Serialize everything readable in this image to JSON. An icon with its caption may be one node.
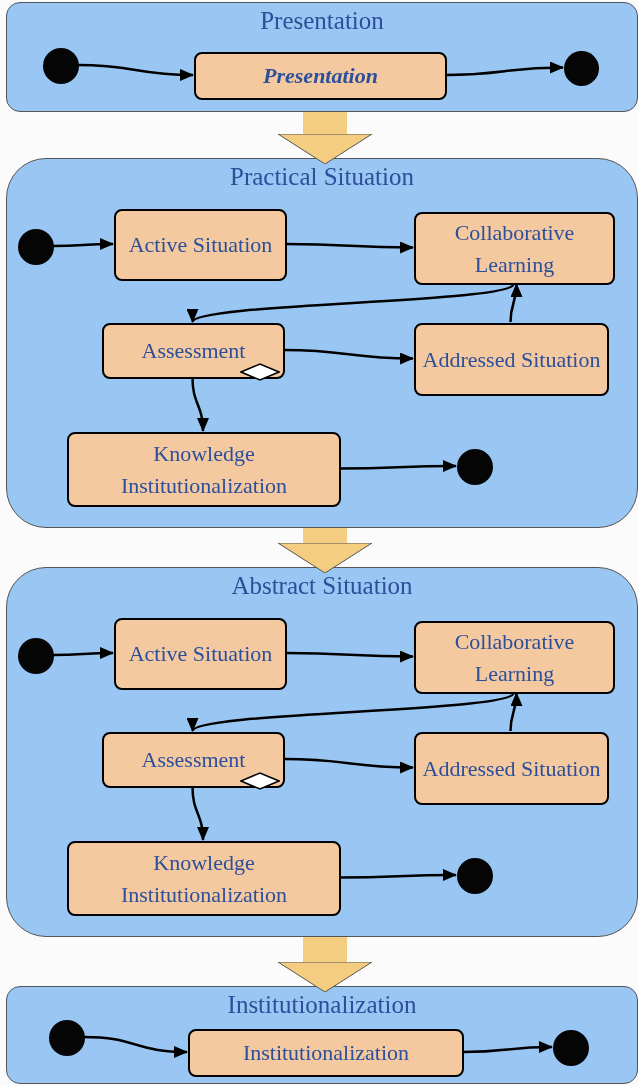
{
  "diagram": {
    "nodes": [
      {
        "text": [
          "Presentation"
        ]
      },
      {
        "text": [],
        "shape": "circle",
        "in": 0
      },
      {
        "text": [
          "Presentation"
        ],
        "in": 0
      },
      {
        "text": [],
        "shape": "circle",
        "in": 0
      },
      {
        "text": [
          "Practical Situation"
        ]
      },
      {
        "text": [],
        "shape": "circle",
        "in": 4
      },
      {
        "text": [
          "Active Situation"
        ],
        "in": 4
      },
      {
        "text": [
          "Collaborative Learning"
        ],
        "in": 4
      },
      {
        "text": [
          "Assessment"
        ],
        "in": 4
      },
      {
        "text": [
          "Addressed Situation"
        ],
        "in": 4
      },
      {
        "text": [
          "Knowledge Institutionalization"
        ],
        "in": 4
      },
      {
        "text": [],
        "shape": "circle",
        "in": 4
      },
      {
        "text": [
          "Abstract Situation"
        ]
      },
      {
        "text": [],
        "shape": "circle",
        "in": 12
      },
      {
        "text": [
          "Active Situation"
        ],
        "in": 12
      },
      {
        "text": [
          "Collaborative Learning"
        ],
        "in": 12
      },
      {
        "text": [
          "Assessment"
        ],
        "in": 12
      },
      {
        "text": [
          "Addressed Situation"
        ],
        "in": 12
      },
      {
        "text": [
          "Knowledge Institutionalization"
        ],
        "in": 12
      },
      {
        "text": [],
        "shape": "circle",
        "in": 12
      },
      {
        "text": [
          "Institutionalization"
        ]
      },
      {
        "text": [],
        "shape": "circle",
        "in": 20
      },
      {
        "text": [
          "Institutionalization"
        ],
        "in": 20
      },
      {
        "text": [],
        "shape": "circle",
        "in": 20
      }
    ],
    "edges": [
      {
        "from": 1,
        "to": 2,
        "arrow": "to"
      },
      {
        "from": 2,
        "to": 3,
        "arrow": "to"
      },
      {
        "from": 0,
        "to": 4,
        "arrow": "to",
        "style": "thick",
        "color": "#f5cd80"
      },
      {
        "from": 5,
        "to": 6,
        "arrow": "to"
      },
      {
        "from": 6,
        "to": 7,
        "arrow": "to"
      },
      {
        "from": 7,
        "to": 8,
        "arrow": "to"
      },
      {
        "from": 8,
        "to": 9,
        "arrow": "to"
      },
      {
        "from": 9,
        "to": 7,
        "arrow": "to"
      },
      {
        "from": 8,
        "to": 10,
        "arrow": "to"
      },
      {
        "from": 10,
        "to": 11,
        "arrow": "to"
      },
      {
        "from": 4,
        "to": 12,
        "arrow": "to",
        "style": "thick",
        "color": "#f5cd80"
      },
      {
        "from": 13,
        "to": 14,
        "arrow": "to"
      },
      {
        "from": 14,
        "to": 15,
        "arrow": "to"
      },
      {
        "from": 15,
        "to": 16,
        "arrow": "to"
      },
      {
        "from": 16,
        "to": 17,
        "arrow": "to"
      },
      {
        "from": 17,
        "to": 15,
        "arrow": "to"
      },
      {
        "from": 16,
        "to": 18,
        "arrow": "to"
      },
      {
        "from": 18,
        "to": 19,
        "arrow": "to"
      },
      {
        "from": 12,
        "to": 20,
        "arrow": "to",
        "style": "thick",
        "color": "#f5cd80"
      },
      {
        "from": 21,
        "to": 22,
        "arrow": "to"
      },
      {
        "from": 22,
        "to": 23,
        "arrow": "to"
      }
    ]
  }
}
